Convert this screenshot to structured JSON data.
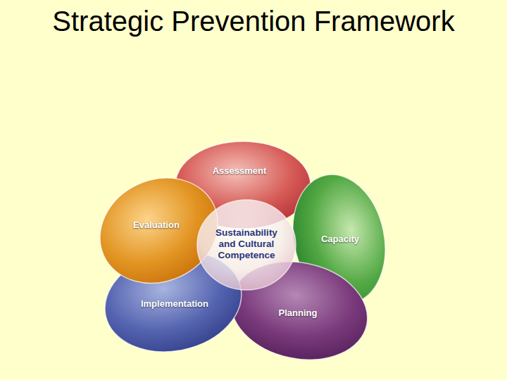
{
  "diagram": {
    "title": "Strategic Prevention Framework",
    "nodes": [
      {
        "text": [
          "Assessment"
        ]
      },
      {
        "text": [
          "Capacity"
        ]
      },
      {
        "text": [
          "Planning"
        ]
      },
      {
        "text": [
          "Implementation"
        ]
      },
      {
        "text": [
          "Evaluation"
        ]
      },
      {
        "text": [
          "Sustainability and Cultural Competence"
        ]
      }
    ]
  }
}
